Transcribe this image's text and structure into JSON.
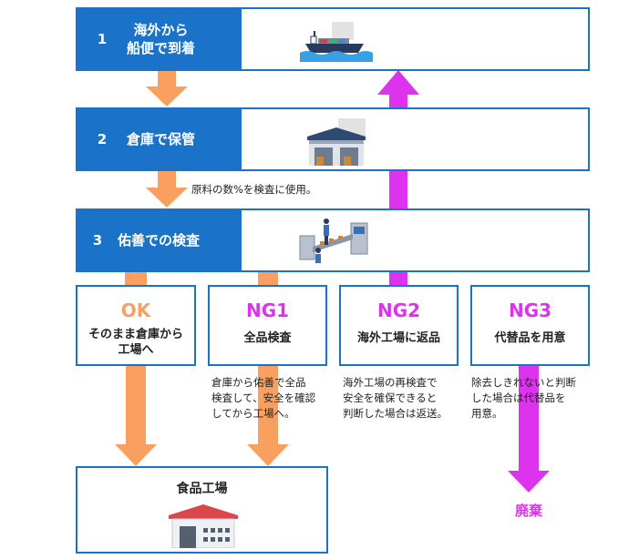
{
  "steps": [
    {
      "num": "1",
      "line1": "海外から",
      "line2": "船便で到着"
    },
    {
      "num": "2",
      "line1": "倉庫で保管",
      "line2": ""
    },
    {
      "num": "3",
      "line1": "佑善での検査",
      "line2": ""
    }
  ],
  "sample_note": "原料の数%を検査に使用。",
  "outcomes": [
    {
      "head": "OK",
      "sub1": "そのまま倉庫から",
      "sub2": "工場へ"
    },
    {
      "head": "NG1",
      "sub1": "全品検査",
      "sub2": ""
    },
    {
      "head": "NG2",
      "sub1": "海外工場に返品",
      "sub2": ""
    },
    {
      "head": "NG3",
      "sub1": "代替品を用意",
      "sub2": ""
    }
  ],
  "notes": {
    "ng1": [
      "倉庫から佑善で全品",
      "検査して、安全を確認",
      "してから工場へ。"
    ],
    "ng2": [
      "海外工場の再検査で",
      "安全を確保できると",
      "判断した場合は返送。"
    ],
    "ng3": [
      "除去しきれないと判断",
      "した場合は代替品を",
      "用意。"
    ]
  },
  "factory_label": "食品工場",
  "discard_label": "廃棄",
  "colors": {
    "blue": "#1a73c9",
    "orange": "#f9a060",
    "magenta": "#dd33ee",
    "ok_text": "#f9a060",
    "ng_text": "#dd33ee"
  },
  "icons": [
    "cargo-ship-icon",
    "warehouse-icon",
    "inspection-machine-icon",
    "factory-icon"
  ]
}
